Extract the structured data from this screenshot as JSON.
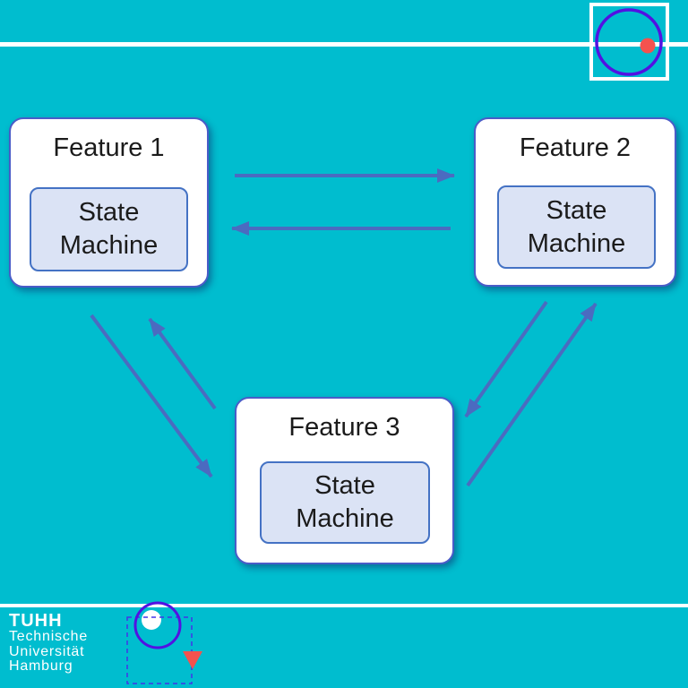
{
  "diagram": {
    "nodes": [
      {
        "id": "feature-1",
        "title": "Feature 1",
        "inner_label": "State Machine"
      },
      {
        "id": "feature-2",
        "title": "Feature 2",
        "inner_label": "State Machine"
      },
      {
        "id": "feature-3",
        "title": "Feature 3",
        "inner_label": "State Machine"
      }
    ],
    "edges": [
      {
        "from": "feature-1",
        "to": "feature-2"
      },
      {
        "from": "feature-2",
        "to": "feature-1"
      },
      {
        "from": "feature-1",
        "to": "feature-3"
      },
      {
        "from": "feature-3",
        "to": "feature-1"
      },
      {
        "from": "feature-2",
        "to": "feature-3"
      },
      {
        "from": "feature-3",
        "to": "feature-2"
      }
    ]
  },
  "logo": {
    "acronym": "TUHH",
    "line1": "Technische",
    "line2": "Universität",
    "line3": "Hamburg"
  },
  "colors": {
    "background": "#00bdcf",
    "divider": "#ffffff",
    "card-bg": "#ffffff",
    "card-border": "#4a5cc8",
    "inner-bg": "#dbe3f5",
    "inner-border": "#4472c4",
    "text": "#1b1b1b",
    "arrow": "#4b6bc0",
    "overlay-circle": "#5212e2",
    "overlay-dot": "#f4524e",
    "overlay-triangle": "#f4524e",
    "overlay-dash": "#4335e8",
    "logo-text": "#ffffff"
  }
}
